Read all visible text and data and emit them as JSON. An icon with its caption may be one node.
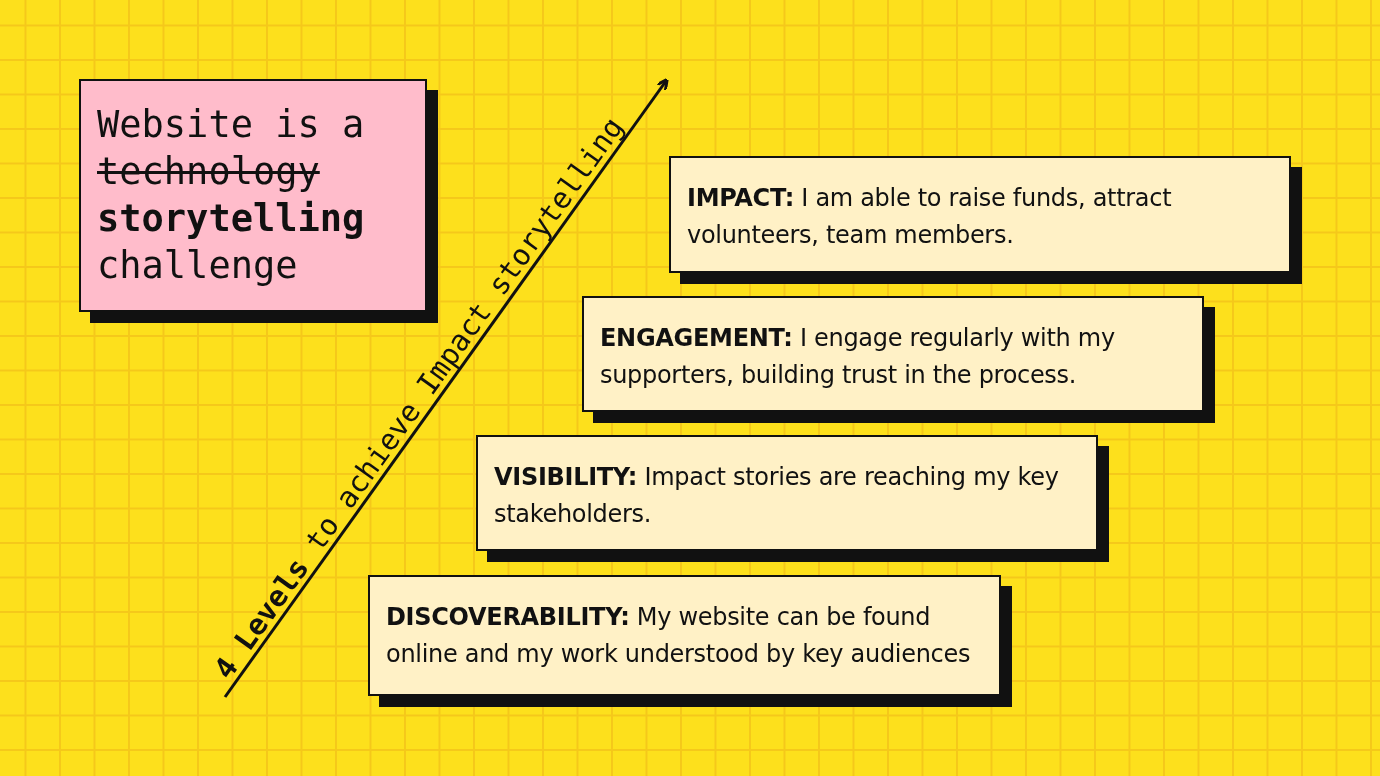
{
  "diagram": {
    "nodes": [
      {
        "text": [
          "Website is a",
          "technology",
          "storytelling",
          "challenge"
        ]
      },
      {
        "text": [
          "**IMPACT:** I am able to raise funds, attract volunteers, team members."
        ]
      },
      {
        "text": [
          "**ENGAGEMENT:** I engage regularly with my supporters, building trust in the process."
        ]
      },
      {
        "text": [
          "**VISIBILITY:** Impact stories are reaching my key stakeholders."
        ]
      },
      {
        "text": [
          "**DISCOVERABILITY:** My website can be found online and my work understood by key audiences"
        ]
      }
    ],
    "labels": [
      "**4 Levels** to achieve Impact storytelling"
    ]
  }
}
